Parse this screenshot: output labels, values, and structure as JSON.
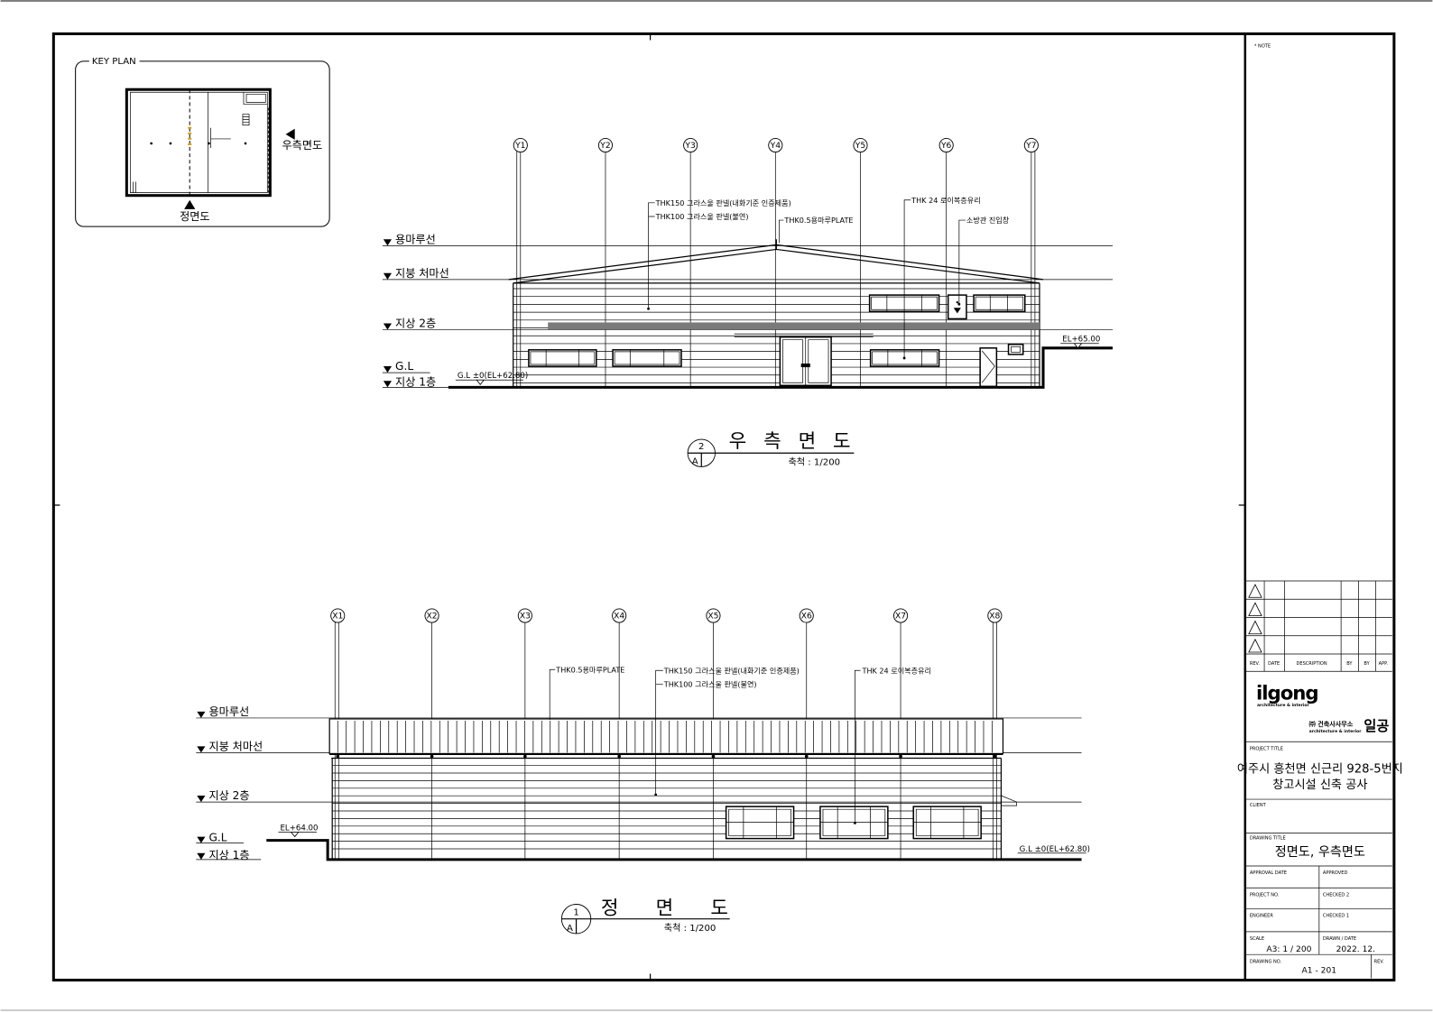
{
  "sheet": {
    "note_label": "* NOTE"
  },
  "key_plan": {
    "label": "KEY PLAN",
    "right_view": "우측면도",
    "front_view": "정면도"
  },
  "right_elevation": {
    "grid": [
      "Y1",
      "Y2",
      "Y3",
      "Y4",
      "Y5",
      "Y6",
      "Y7"
    ],
    "levels": {
      "ridge": "용마루선",
      "eave": "지붕 처마선",
      "floor2": "지상 2층",
      "gl": "G.L",
      "floor1": "지상 1층"
    },
    "notes": {
      "panel150": "THK150 그라스울 판넬(내화기준 인증제품)",
      "panel100": "THK100 그라스울 판넬(불연)",
      "ridge_plate": "THK0.5용마루PLATE",
      "glass": "THK 24 로이복층유리",
      "fire_window": "소방관 진입창"
    },
    "el_ground": "EL+65.00",
    "gl_ref": "G.L ±0(EL+62.80)",
    "detail_no": "2",
    "sheet_ref": "A",
    "title": "우 측 면 도",
    "scale": "축척 : 1/200"
  },
  "front_elevation": {
    "grid": [
      "X1",
      "X2",
      "X3",
      "X4",
      "X5",
      "X6",
      "X7",
      "X8"
    ],
    "levels": {
      "ridge": "용마루선",
      "eave": "지붕 처마선",
      "floor2": "지상 2층",
      "gl": "G.L",
      "floor1": "지상 1층"
    },
    "notes": {
      "ridge_plate": "THK0.5용마루PLATE",
      "panel150": "THK150 그라스울 판넬(내화기준 인증제품)",
      "panel100": "THK100 그라스울 판넬(불연)",
      "glass": "THK 24 로이복층유리"
    },
    "el_ground": "EL+64.00",
    "gl_ref": "G.L ±0(EL+62.80)",
    "detail_no": "1",
    "sheet_ref": "A",
    "title": "정 면 도",
    "scale": "축척 : 1/200"
  },
  "title_block": {
    "revision_headers": [
      "REV.",
      "DATE",
      "DESCRIPTION",
      "BY",
      "BY",
      "APP."
    ],
    "firm": {
      "logo": "ilgong",
      "tagline": "architecture & interior",
      "name_kr": "㈜ 건축사사무소",
      "mark_kr": "일공",
      "tagline_kr": "architecture & interior"
    },
    "project_title_label": "PROJECT TITLE",
    "project_title": [
      "여주시 흥천면 신근리 928-5번지",
      "창고시설 신축 공사"
    ],
    "client_label": "CLIENT",
    "drawing_title_label": "DRAWING TITLE",
    "drawing_title": "정면도, 우측면도",
    "approval_date_label": "APPROVAL DATE",
    "approved_label": "APPROVED",
    "project_no_label": "PROJECT NO.",
    "checked2_label": "CHECKED 2",
    "engineer_label": "ENGINEER",
    "checked1_label": "CHECKED 1",
    "scale_label": "SCALE",
    "scale": "A3: 1 / 200",
    "drawn_date_label": "DRAWN / DATE",
    "drawn_date": "2022. 12.",
    "drawing_no_label": "DRAWING NO.",
    "drawing_no": "A1 - 201",
    "rev_label": "REV."
  },
  "colors": {
    "line": "#000000",
    "key_plan_section_mark": "#d4a017",
    "floor_band": "#7a7a7a"
  }
}
